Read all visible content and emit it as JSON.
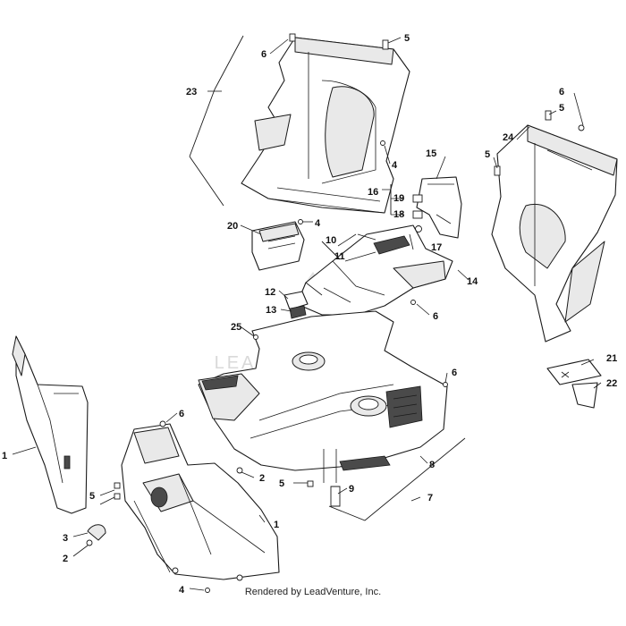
{
  "diagram": {
    "watermark": "LEADVENTURE",
    "footer": "Rendered by LeadVenture, Inc.",
    "callouts": [
      {
        "id": "c23",
        "text": "23"
      },
      {
        "id": "c6a",
        "text": "6"
      },
      {
        "id": "c5a",
        "text": "5"
      },
      {
        "id": "c4a",
        "text": "4"
      },
      {
        "id": "c16",
        "text": "16"
      },
      {
        "id": "c15",
        "text": "15"
      },
      {
        "id": "c19",
        "text": "19"
      },
      {
        "id": "c18",
        "text": "18"
      },
      {
        "id": "c17",
        "text": "17"
      },
      {
        "id": "c14",
        "text": "14"
      },
      {
        "id": "c20",
        "text": "20"
      },
      {
        "id": "c4b",
        "text": "4"
      },
      {
        "id": "c10",
        "text": "10"
      },
      {
        "id": "c11",
        "text": "11"
      },
      {
        "id": "c12",
        "text": "12"
      },
      {
        "id": "c13",
        "text": "13"
      },
      {
        "id": "c6b",
        "text": "6"
      },
      {
        "id": "c25",
        "text": "25"
      },
      {
        "id": "c6c",
        "text": "6"
      },
      {
        "id": "c5b",
        "text": "5"
      },
      {
        "id": "c24",
        "text": "24"
      },
      {
        "id": "c5c",
        "text": "5"
      },
      {
        "id": "c21",
        "text": "21"
      },
      {
        "id": "c22",
        "text": "22"
      },
      {
        "id": "c6d",
        "text": "6"
      },
      {
        "id": "c8",
        "text": "8"
      },
      {
        "id": "c7",
        "text": "7"
      },
      {
        "id": "c9",
        "text": "9"
      },
      {
        "id": "c1a",
        "text": "1"
      },
      {
        "id": "c6e",
        "text": "6"
      },
      {
        "id": "c2a",
        "text": "2"
      },
      {
        "id": "c5d",
        "text": "5"
      },
      {
        "id": "c5e",
        "text": "5"
      },
      {
        "id": "c1b",
        "text": "1"
      },
      {
        "id": "c3",
        "text": "3"
      },
      {
        "id": "c2b",
        "text": "2"
      },
      {
        "id": "c4c",
        "text": "4"
      }
    ]
  }
}
